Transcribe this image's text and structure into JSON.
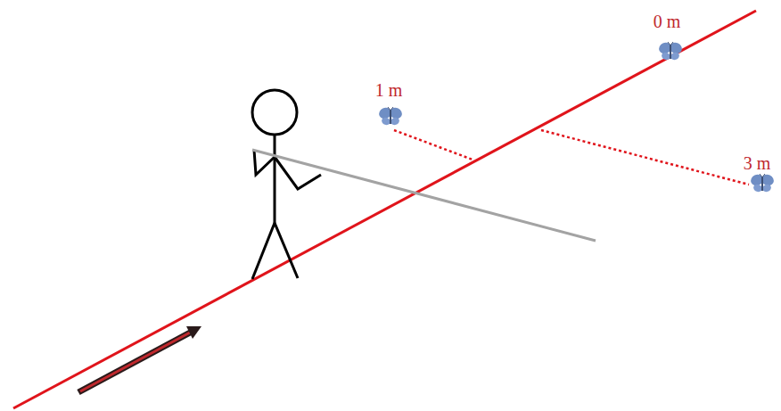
{
  "diagram": {
    "labels": [
      "0 m",
      "1 m",
      "3 m"
    ]
  }
}
